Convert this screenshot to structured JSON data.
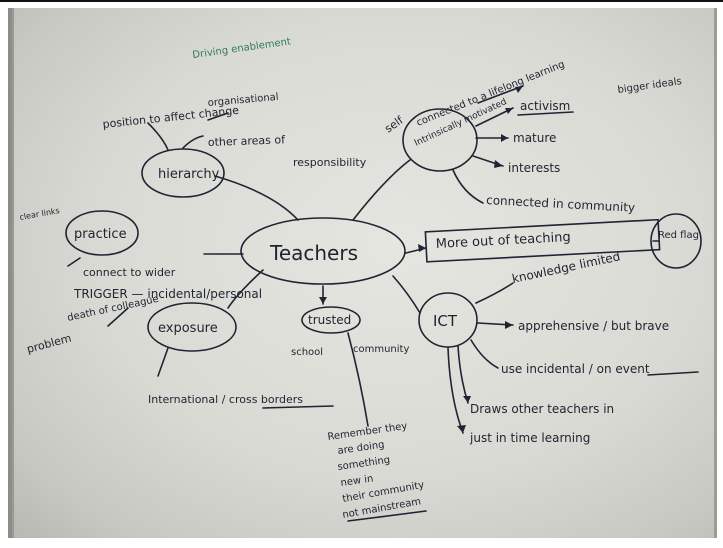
{
  "photo": {
    "description_icon": "handwritten-mind-map-photo"
  },
  "notes": {
    "driving_enablement": "Driving enablement",
    "center": "Teachers",
    "hierarchy": "hierarchy",
    "organisational": "organisational",
    "position_to_affect_change": "position to affect change",
    "other_areas_of": "other areas of",
    "responsibility": "responsibility",
    "self": "self",
    "connected_to_a_lifelong": "connected to a lifelong learning",
    "bigger_ideals": "bigger ideals",
    "intrinsically_motivated": "Intrinsically motivated",
    "activism": "activism",
    "mature": "mature",
    "interests": "interests",
    "connected_in_community": "connected in community",
    "more_out_of_teaching": "More out of teaching",
    "red_flag": "Red flag",
    "clear_links": "clear links",
    "practice": "practice",
    "connect_to_wider": "connect to wider",
    "trigger": "TRIGGER — incidental/personal",
    "problem": "problem",
    "death_of_colleague": "death of colleague",
    "exposure": "exposure",
    "international": "International / cross borders",
    "trusted": "trusted",
    "school": "school",
    "community": "community",
    "remember_1": "Remember they",
    "remember_2": "are doing",
    "remember_3": "something",
    "remember_4": "new in",
    "remember_5": "their community",
    "remember_6": "not mainstream",
    "ict": "ICT",
    "knowledge_limited": "knowledge limited",
    "apprehensive": "apprehensive / but brave",
    "use_incidental": "use incidental / on event",
    "draws_other_teachers": "Draws other teachers in",
    "just_in_time": "just in time learning"
  }
}
